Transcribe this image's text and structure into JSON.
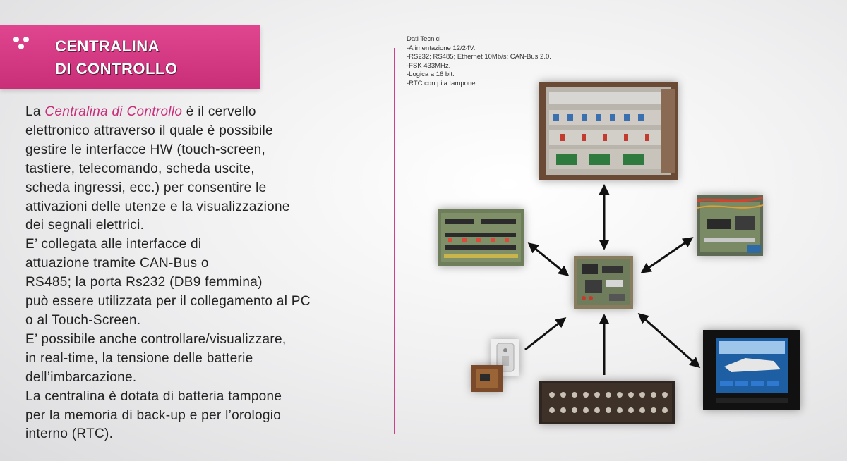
{
  "header": {
    "title_line1": "CENTRALINA",
    "title_line2": "DI CONTROLLO",
    "accent_color": "#d63d86",
    "icon": "dots-cluster-icon"
  },
  "description": {
    "line1_prefix": "La ",
    "line1_highlight": "Centralina di Controllo",
    "line1_suffix": " è il cervello",
    "lines": [
      "elettronico attraverso il quale è possibile",
      "gestire le interfacce HW (touch-screen,",
      "tastiere, telecomando, scheda uscite,",
      "scheda ingressi, ecc.) per consentire le",
      "attivazioni delle utenze e la visualizzazione",
      "dei segnali elettrici.",
      "E’ collegata alle interfacce di",
      "attuazione tramite CAN-Bus o",
      "RS485;  la porta Rs232  (DB9 femmina)",
      "può essere utilizzata per il collegamento al PC",
      "o al Touch-Screen.",
      "E’ possibile anche controllare/visualizzare,",
      "in real-time, la tensione delle batterie",
      "dell’imbarcazione.",
      "La centralina è dotata di batteria tampone",
      "per la memoria di back-up e per l’orologio",
      "interno (RTC)."
    ]
  },
  "tech_specs": {
    "title": "Dati Tecnici",
    "items": [
      "-Alimentazione 12/24V.",
      "-RS232; RS485; Ethernet 10Mb/s; CAN-Bus 2.0.",
      "-FSK 433MHz.",
      "-Logica a 16 bit.",
      "-RTC con pila tampone."
    ]
  }
}
